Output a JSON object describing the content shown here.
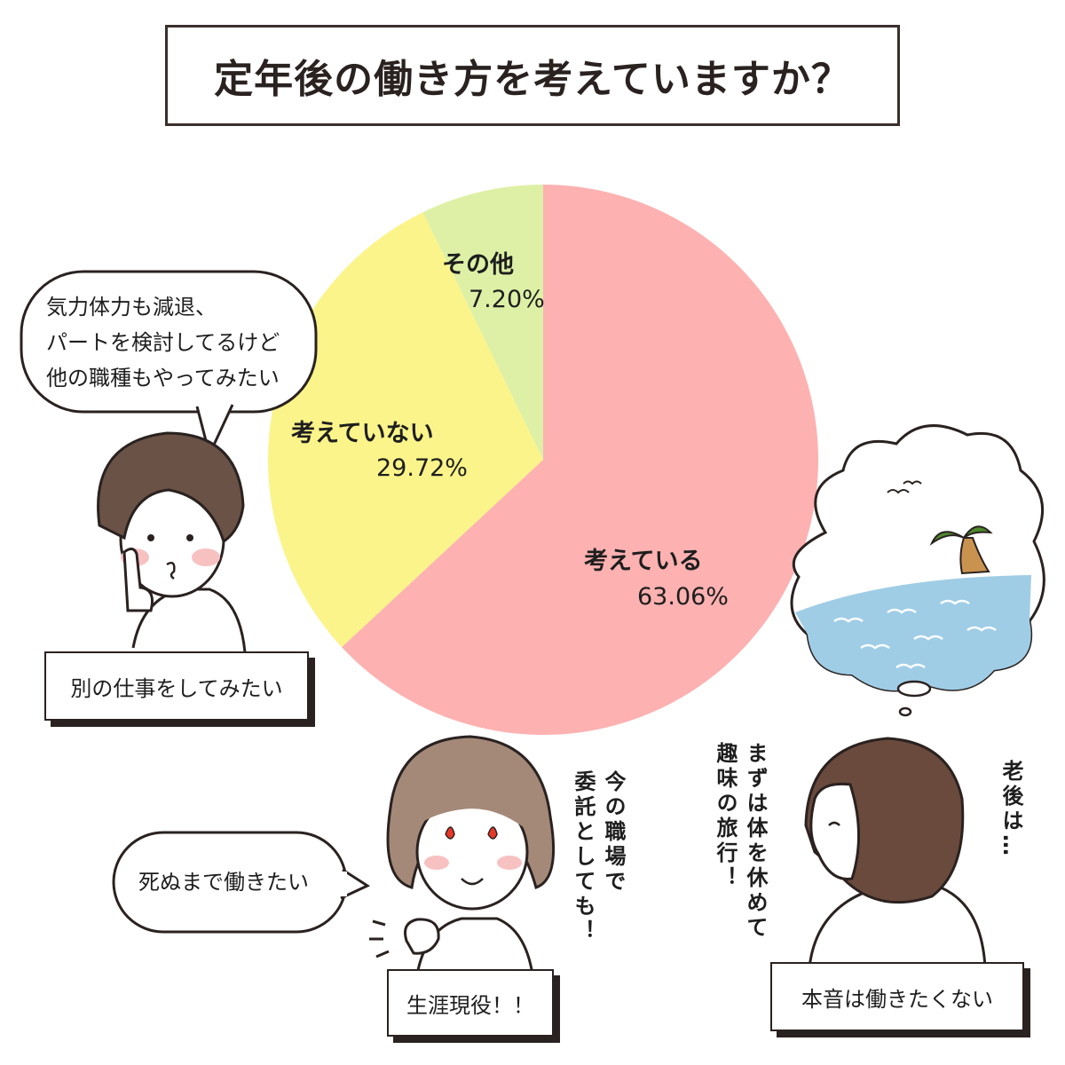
{
  "chart_data": {
    "type": "pie",
    "title": "定年後の働き方を考えていますか？",
    "start_angle": "top",
    "direction": "clockwise",
    "slices": [
      {
        "label": "考えている",
        "value": 63.06,
        "display": "63.06%",
        "color": "#fdb1b1"
      },
      {
        "label": "考えていない",
        "value": 29.72,
        "display": "29.72%",
        "color": "#fbf48a"
      },
      {
        "label": "その他",
        "value": 7.2,
        "display": "7.20%",
        "color": "#def0a6"
      }
    ]
  },
  "captions": {
    "left": "別の仕事をしてみたい",
    "center": "生涯現役！！",
    "right": "本音は働きたくない"
  },
  "bubbles": {
    "left_lines": [
      "気力体力も減退、",
      "パートを検討してるけど",
      "他の職種もやってみたい"
    ],
    "center": "死ぬまで働きたい"
  },
  "vertical_notes": {
    "center": [
      "今の職場で",
      "委託としても！"
    ],
    "right_far": [
      "老後は…"
    ],
    "right_near": [
      "まずは体を休めて",
      "趣味の旅行！"
    ]
  },
  "illustrations": [
    "person-thinking",
    "woman-fired-up",
    "man-dreaming",
    "island-dream-cloud"
  ]
}
